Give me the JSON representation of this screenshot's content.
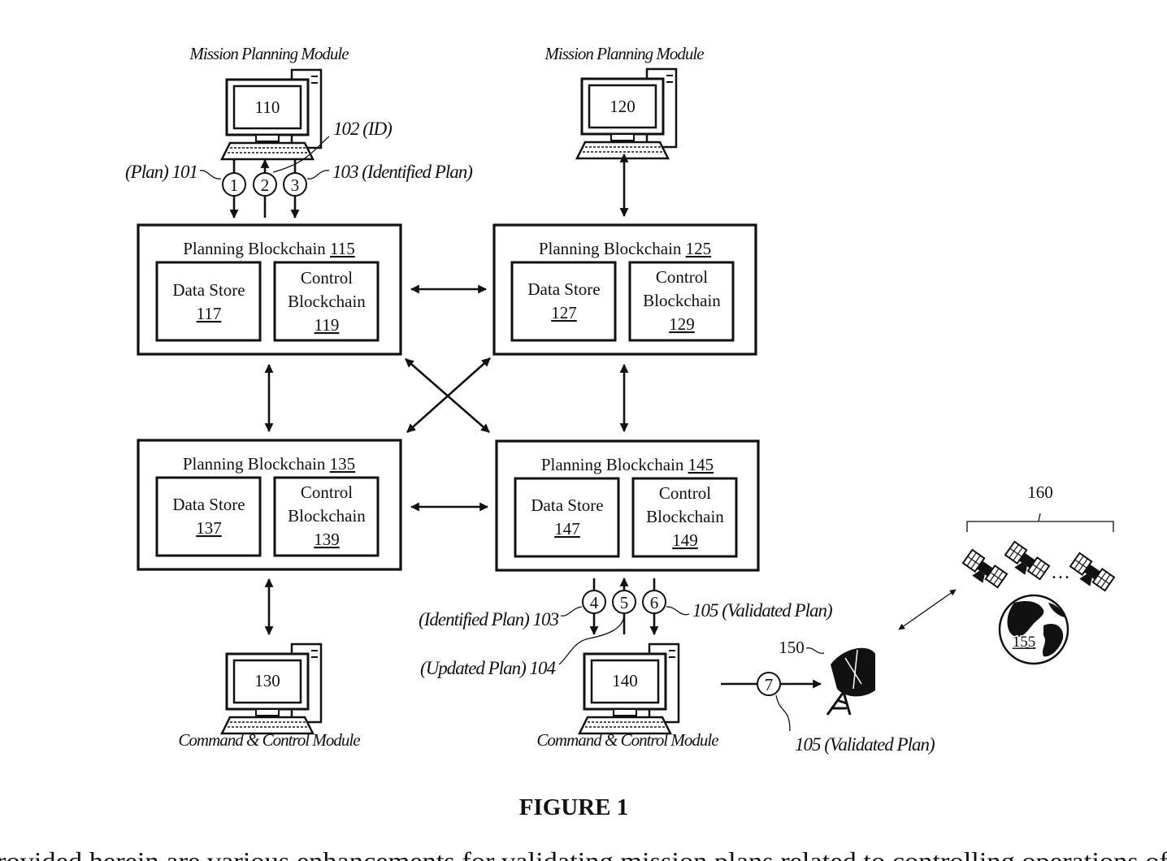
{
  "modules": {
    "m110": {
      "caption": "Mission Planning Module",
      "number": "110"
    },
    "m120": {
      "caption": "Mission Planning Module",
      "number": "120"
    },
    "m130": {
      "caption": "Command & Control Module",
      "number": "130"
    },
    "m140": {
      "caption": "Command & Control Module",
      "number": "140"
    }
  },
  "blockchains": {
    "b115": {
      "title": "Planning Blockchain",
      "number": "115",
      "data_store": {
        "label": "Data Store",
        "number": "117"
      },
      "control": {
        "line1": "Control",
        "line2": "Blockchain",
        "number": "119"
      }
    },
    "b125": {
      "title": "Planning Blockchain",
      "number": "125",
      "data_store": {
        "label": "Data Store",
        "number": "127"
      },
      "control": {
        "line1": "Control",
        "line2": "Blockchain",
        "number": "129"
      }
    },
    "b135": {
      "title": "Planning Blockchain",
      "number": "135",
      "data_store": {
        "label": "Data Store",
        "number": "137"
      },
      "control": {
        "line1": "Control",
        "line2": "Blockchain",
        "number": "139"
      }
    },
    "b145": {
      "title": "Planning Blockchain",
      "number": "145",
      "data_store": {
        "label": "Data Store",
        "number": "147"
      },
      "control": {
        "line1": "Control",
        "line2": "Blockchain",
        "number": "149"
      }
    }
  },
  "steps": {
    "s1": "1",
    "s2": "2",
    "s3": "3",
    "s4": "4",
    "s5": "5",
    "s6": "6",
    "s7": "7"
  },
  "labels": {
    "plan_101": "(Plan) 101",
    "id_102": "102 (ID)",
    "identified_103_top": "103 (Identified Plan)",
    "identified_103_bottom": "(Identified Plan) 103",
    "updated_104": "(Updated Plan) 104",
    "validated_105_right": "105 (Validated Plan)",
    "validated_105_bottom": "105 (Validated Plan)",
    "antenna_150": "150",
    "satellites_160": "160",
    "earth_155": "155"
  },
  "figure_caption": "FIGURE 1",
  "body_text": "rovided herein are various enhancements for validating mission plans related to controlling operations of"
}
